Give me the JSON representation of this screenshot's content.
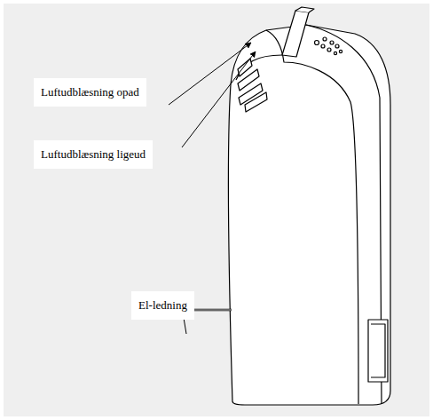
{
  "diagram": {
    "labels": [
      "Luftudblæsning opad",
      "Luftudblæsning ligeud",
      "El-ledning"
    ]
  }
}
